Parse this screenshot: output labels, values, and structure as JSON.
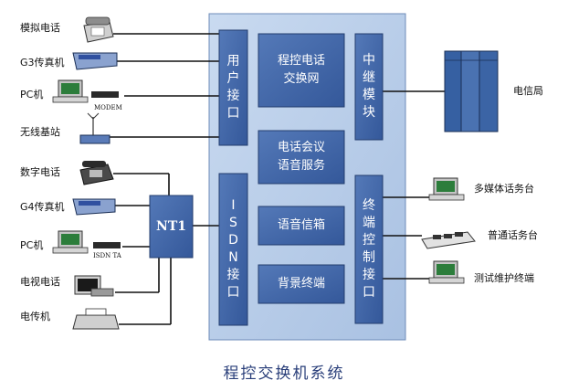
{
  "caption": "程控交换机系统",
  "left_devices": {
    "analog_phone": "模拟电话",
    "g3_fax": "G3传真机",
    "pc_top": "PC机",
    "modem": "MODEM",
    "wireless_base": "无线基站",
    "digital_phone": "数字电话",
    "g4_fax": "G4传真机",
    "pc_bottom": "PC机",
    "isdn_ta": "ISDN TA",
    "video_phone": "电视电话",
    "teletype": "电传机"
  },
  "nt1": "NT1",
  "interfaces": {
    "user_port": [
      "用",
      "户",
      "接",
      "口"
    ],
    "isdn_port": [
      "I",
      "S",
      "D",
      "N",
      "接",
      "口"
    ],
    "trunk_module": [
      "中",
      "继",
      "模",
      "块"
    ],
    "terminal_port": [
      "终",
      "端",
      "控",
      "制",
      "接",
      "口"
    ]
  },
  "core_boxes": {
    "switching": [
      "程控电话",
      "交换网"
    ],
    "conference": [
      "电话会议",
      "语音服务"
    ],
    "voicemail": [
      "语音信箱"
    ],
    "background": [
      "背景终端"
    ]
  },
  "right_side": {
    "telecom": "电信局",
    "multimedia": "多媒体话务台",
    "operator": "普通话务台",
    "maintenance": "测试维护终端"
  },
  "colors": {
    "outer_box": "#b8cde8",
    "module": "#3f67a6",
    "caption": "#2a3f7a"
  }
}
